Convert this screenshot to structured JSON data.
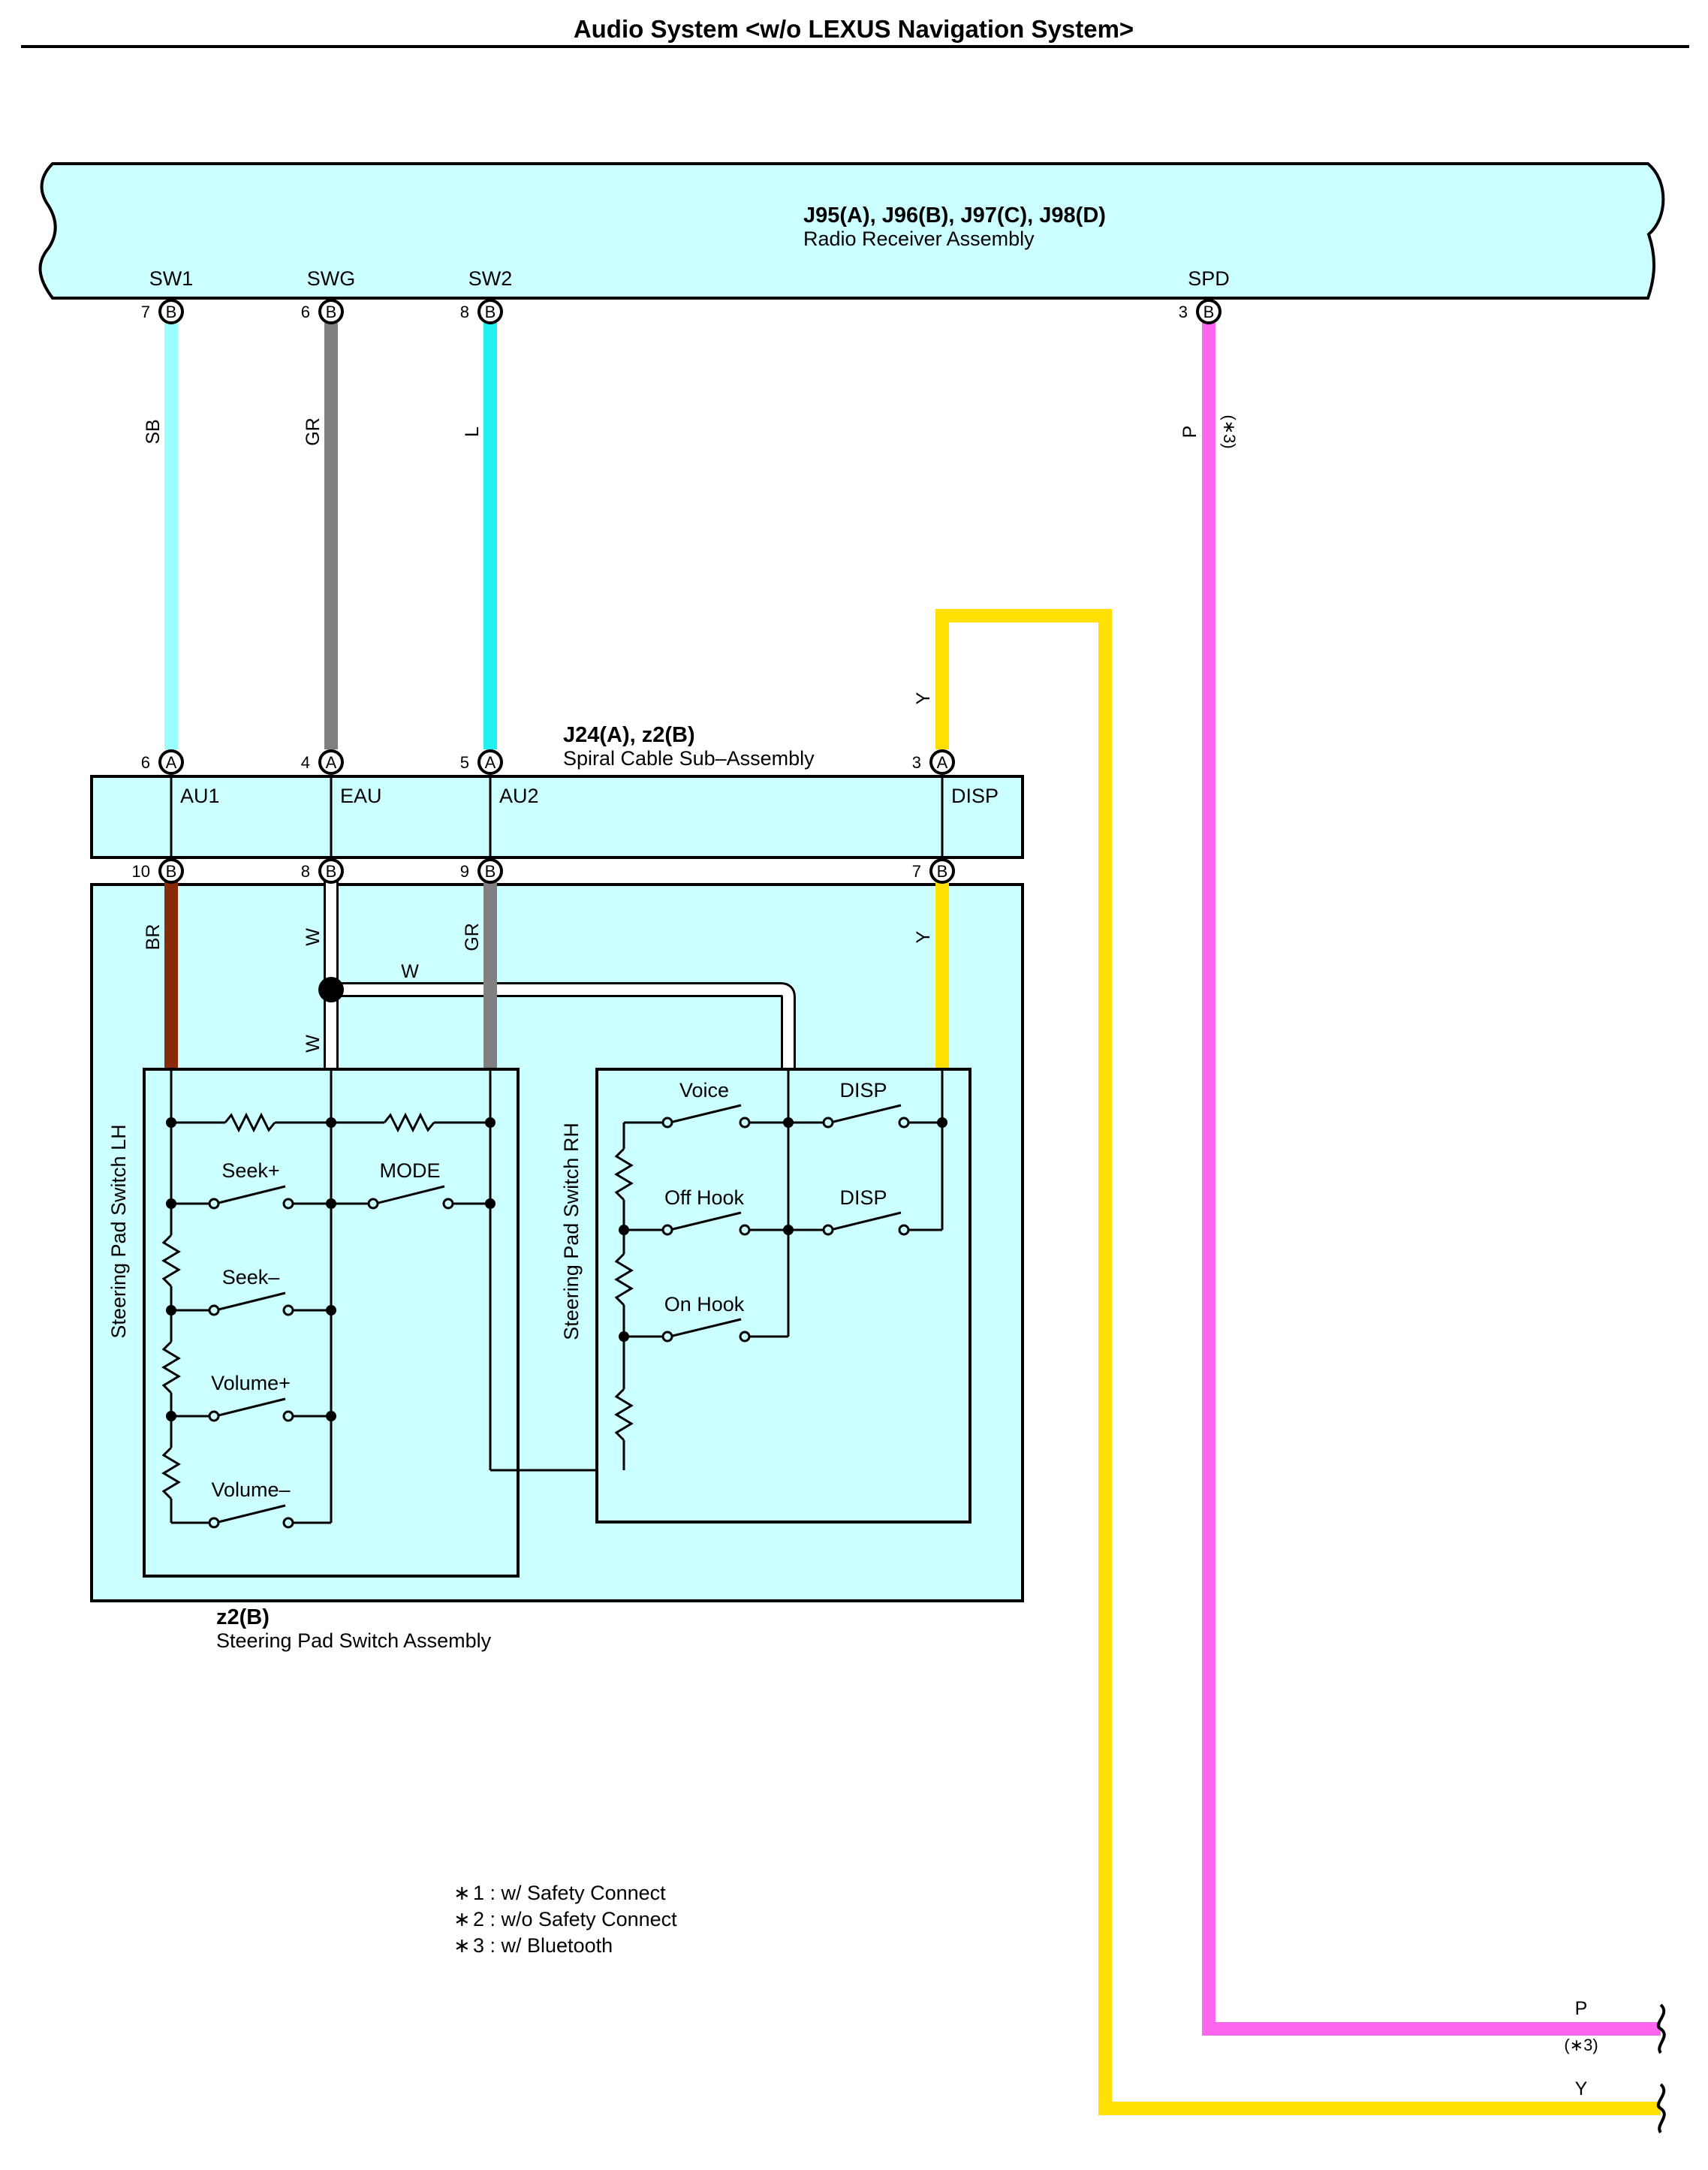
{
  "title": "Audio System <w/o LEXUS Navigation System>",
  "colors": {
    "box_fill": "#ccffff",
    "wire_SB": "#99ffff",
    "wire_GR": "#808080",
    "wire_L": "#22f0f0",
    "wire_P": "#ff66ee",
    "wire_Y": "#ffe000",
    "wire_BR": "#8b2a0a",
    "wire_W": "#ffffff"
  },
  "radio": {
    "connectors": "J95(A), J96(B), J97(C), J98(D)",
    "name": "Radio Receiver Assembly",
    "terminals": [
      {
        "name": "SW1",
        "pin": "7",
        "conn": "B"
      },
      {
        "name": "SWG",
        "pin": "6",
        "conn": "B"
      },
      {
        "name": "SW2",
        "pin": "8",
        "conn": "B"
      },
      {
        "name": "SPD",
        "pin": "3",
        "conn": "B"
      }
    ]
  },
  "spiral": {
    "connectors": "J24(A), z2(B)",
    "name": "Spiral Cable Sub–Assembly",
    "top_pins": [
      {
        "pin": "6",
        "conn": "A"
      },
      {
        "pin": "4",
        "conn": "A"
      },
      {
        "pin": "5",
        "conn": "A"
      },
      {
        "pin": "3",
        "conn": "A"
      }
    ],
    "terminals": [
      "AU1",
      "EAU",
      "AU2",
      "DISP"
    ],
    "bottom_pins": [
      {
        "pin": "10",
        "conn": "B"
      },
      {
        "pin": "8",
        "conn": "B"
      },
      {
        "pin": "9",
        "conn": "B"
      },
      {
        "pin": "7",
        "conn": "B"
      }
    ]
  },
  "wires": {
    "sw1": "SB",
    "swg": "GR",
    "sw2": "L",
    "spd": "P",
    "spd_note": "(∗3)",
    "disp_top": "Y",
    "br": "BR",
    "w_a": "W",
    "w_b": "W",
    "w_c": "W",
    "gr2": "GR",
    "y2": "Y",
    "p_end": "P",
    "p_end_note": "(∗3)",
    "y_end": "Y"
  },
  "switch_assembly": {
    "connector": "z2(B)",
    "name": "Steering Pad Switch Assembly",
    "lh": {
      "label": "Steering Pad Switch LH",
      "switches": [
        "Seek+",
        "MODE",
        "Seek–",
        "Volume+",
        "Volume–"
      ]
    },
    "rh": {
      "label": "Steering Pad Switch RH",
      "switches": [
        "Voice",
        "DISP",
        "Off Hook",
        "DISP",
        "On Hook"
      ]
    }
  },
  "notes": [
    {
      "mark": "∗",
      "text": "1 : w/ Safety Connect"
    },
    {
      "mark": "∗",
      "text": "2 : w/o Safety Connect"
    },
    {
      "mark": "∗",
      "text": "3 : w/ Bluetooth"
    }
  ]
}
